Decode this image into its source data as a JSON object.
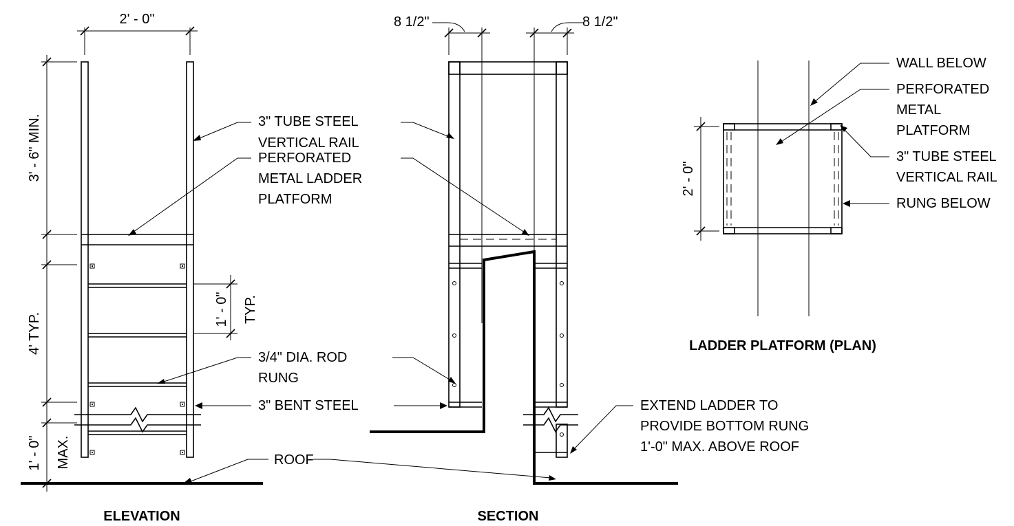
{
  "colors": {
    "ink": "#000000",
    "background": "#ffffff"
  },
  "elevation": {
    "title": "ELEVATION",
    "dim_width": "2' - 0\"",
    "dim_top": "3' - 6\" MIN.",
    "dim_typ": "4' TYP.",
    "dim_rung_spacing": "1' - 0\"",
    "dim_rung_spacing_note": "TYP.",
    "dim_bottom": "1' - 0\"",
    "dim_bottom_note": "MAX."
  },
  "section": {
    "title": "SECTION",
    "dim_left": "8 1/2\"",
    "dim_right": "8 1/2\""
  },
  "plan": {
    "title": "LADDER PLATFORM (PLAN)",
    "dim_side": "2' - 0\"",
    "wall_label": "WALL BELOW",
    "platform_label": [
      "PERFORATED",
      "METAL",
      "PLATFORM"
    ],
    "rail_label": [
      "3\" TUBE STEEL",
      "VERTICAL RAIL"
    ],
    "rung_label": "RUNG BELOW"
  },
  "callouts": {
    "rail": [
      "3\" TUBE STEEL",
      "VERTICAL RAIL"
    ],
    "platform": [
      "PERFORATED",
      "METAL LADDER",
      "PLATFORM"
    ],
    "rung": [
      "3/4\" DIA. ROD",
      "RUNG"
    ],
    "bent_steel": "3\" BENT STEEL",
    "roof": "ROOF",
    "extend": [
      "EXTEND LADDER TO",
      "PROVIDE BOTTOM RUNG",
      "1'-0\" MAX. ABOVE ROOF"
    ]
  }
}
